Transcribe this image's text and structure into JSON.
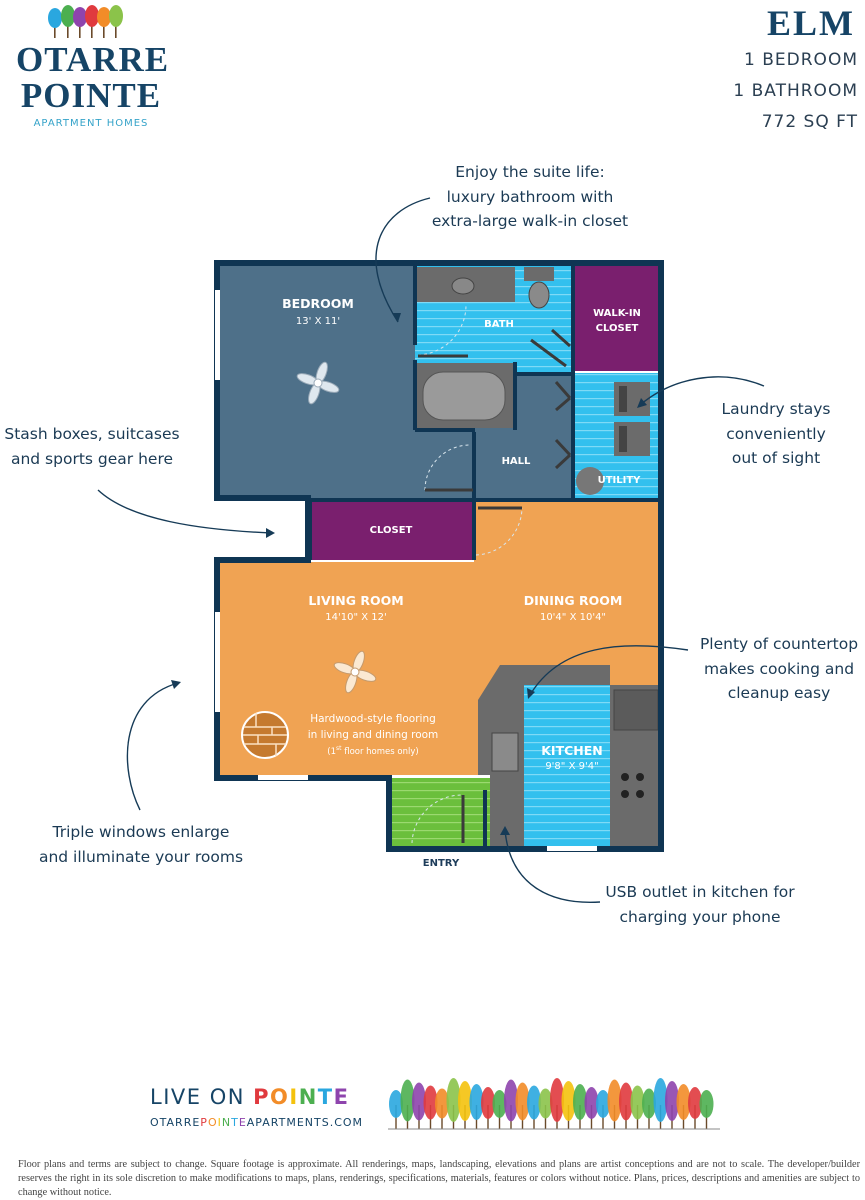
{
  "brand": {
    "line1": "OTARRE",
    "line2": "POINTE",
    "tagline": "APARTMENT HOMES"
  },
  "plan": {
    "name": "ELM",
    "bedrooms": "1 BEDROOM",
    "bathrooms": "1 BATHROOM",
    "area": "772 SQ FT"
  },
  "rooms": {
    "bedroom": {
      "name": "BEDROOM",
      "size": "13' X 11'"
    },
    "bath": {
      "name": "BATH"
    },
    "walkin": {
      "line1": "WALK-IN",
      "line2": "CLOSET"
    },
    "hall": {
      "name": "HALL"
    },
    "utility": {
      "name": "UTILITY"
    },
    "closet": {
      "name": "CLOSET"
    },
    "living": {
      "name": "LIVING ROOM",
      "size": "14'10\" X 12'"
    },
    "dining": {
      "name": "DINING ROOM",
      "size": "10'4\" X 10'4\""
    },
    "kitchen": {
      "name": "KITCHEN",
      "size": "9'8\" X 9'4\""
    },
    "entry": {
      "name": "ENTRY"
    },
    "flooring_note": {
      "line1": "Hardwood-style flooring",
      "line2": "in living and dining room",
      "line3_pre": "(1",
      "line3_sup": "st",
      "line3_post": " floor homes only)"
    }
  },
  "callouts": {
    "suite": [
      "Enjoy the suite life:",
      "luxury bathroom with",
      "extra-large walk-in closet"
    ],
    "stash": [
      "Stash boxes, suitcases",
      "and sports gear here"
    ],
    "laundry": [
      "Laundry stays",
      "conveniently",
      "out of sight"
    ],
    "countertop": [
      "Plenty of countertop",
      "makes cooking and",
      "cleanup easy"
    ],
    "windows": [
      "Triple windows enlarge",
      "and illuminate your rooms"
    ],
    "usb": [
      "USB outlet in kitchen for",
      "charging your phone"
    ]
  },
  "footer": {
    "live_pre": "LIVE ON ",
    "live_letters": [
      "P",
      "O",
      "I",
      "N",
      "T",
      "E"
    ],
    "url_pre": "OTARRE",
    "url_letters": [
      "P",
      "O",
      "I",
      "N",
      "T",
      "E"
    ],
    "url_post": "APARTMENTS.COM",
    "disclaimer": "Floor plans and terms are subject to change. Square footage is approximate. All renderings, maps, landscaping, elevations and plans are artist conceptions and are not to scale. The developer/builder reserves the right in its sole discretion to make modifications to maps, plans, renderings, specifications, materials, features or colors without notice. Plans, prices, descriptions and amenities are subject to change without notice."
  },
  "colors": {
    "navy": "#164466",
    "wall": "#0f3553",
    "bedroom": "#4e7089",
    "bath": "#35c2ef",
    "closet": "#7a1f6e",
    "living": "#f0a353",
    "entry": "#6bbf3c",
    "counter": "#6b6b6b",
    "letters": [
      "#e03a3e",
      "#f28c28",
      "#f4c20d",
      "#4caf50",
      "#2aa7df",
      "#8e44ad"
    ]
  }
}
